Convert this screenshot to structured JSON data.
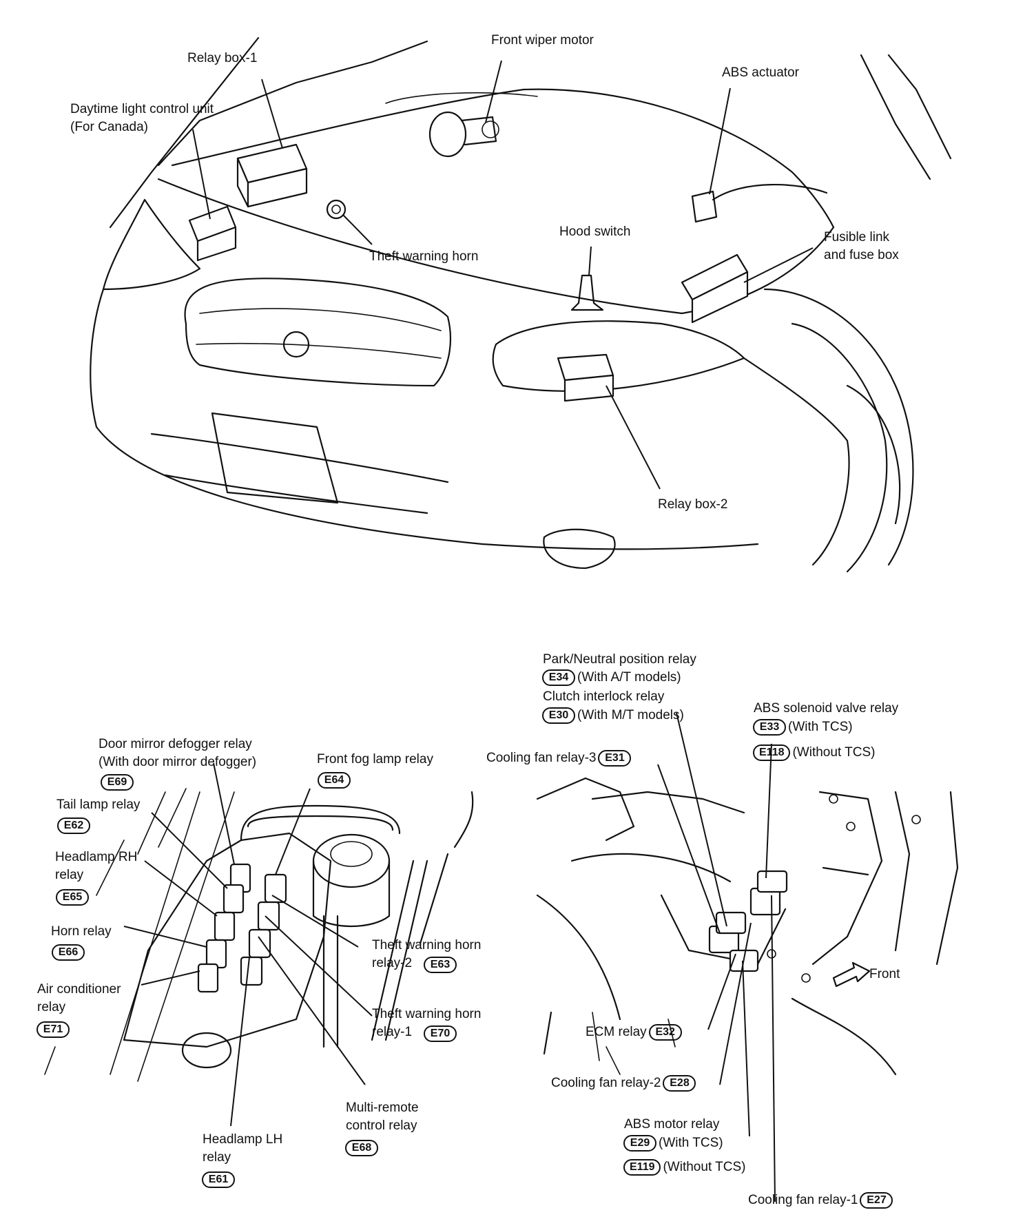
{
  "top_labels": {
    "front_wiper_motor": "Front wiper motor",
    "relay_box_1": "Relay box-1",
    "abs_actuator": "ABS actuator",
    "daytime_light_1": "Daytime light control unit",
    "daytime_light_2": "(For Canada)",
    "theft_warning_horn": "Theft warning horn",
    "hood_switch": "Hood switch",
    "fusible_link_1": "Fusible link",
    "fusible_link_2": "and fuse box",
    "relay_box_2": "Relay box-2"
  },
  "left_labels": {
    "door_mirror_1": "Door mirror defogger relay",
    "door_mirror_2": "(With door mirror defogger)",
    "door_mirror_code": "E69",
    "front_fog": "Front fog lamp relay",
    "front_fog_code": "E64",
    "tail_lamp": "Tail lamp relay",
    "tail_lamp_code": "E62",
    "headlamp_rh_1": "Headlamp RH",
    "headlamp_rh_2": "relay",
    "headlamp_rh_code": "E65",
    "horn": "Horn relay",
    "horn_code": "E66",
    "air_cond_1": "Air conditioner",
    "air_cond_2": "relay",
    "air_cond_code": "E71",
    "theft_relay2_1": "Theft warning horn",
    "theft_relay2_2": "relay-2",
    "theft_relay2_code": "E63",
    "theft_relay1_1": "Theft warning horn",
    "theft_relay1_2": "relay-1",
    "theft_relay1_code": "E70",
    "multi_remote_1": "Multi-remote",
    "multi_remote_2": "control relay",
    "multi_remote_code": "E68",
    "headlamp_lh_1": "Headlamp LH",
    "headlamp_lh_2": "relay",
    "headlamp_lh_code": "E61"
  },
  "right_labels": {
    "park_neutral": "Park/Neutral position relay",
    "park_neutral_code": "E34",
    "park_neutral_note": "(With A/T models)",
    "clutch": "Clutch interlock relay",
    "clutch_code": "E30",
    "clutch_note": "(With M/T models)",
    "abs_solenoid": "ABS solenoid valve relay",
    "abs_solenoid_code_a": "E33",
    "abs_solenoid_note_a": "(With TCS)",
    "abs_solenoid_code_b": "E118",
    "abs_solenoid_note_b": "(Without TCS)",
    "cooling3": "Cooling fan relay-3",
    "cooling3_code": "E31",
    "front": "Front",
    "ecm": "ECM relay",
    "ecm_code": "E32",
    "cooling2": "Cooling fan relay-2",
    "cooling2_code": "E28",
    "abs_motor": "ABS motor relay",
    "abs_motor_code_a": "E29",
    "abs_motor_note_a": "(With TCS)",
    "abs_motor_code_b": "E119",
    "abs_motor_note_b": "(Without TCS)",
    "cooling1": "Cooling fan relay-1",
    "cooling1_code": "E27"
  }
}
